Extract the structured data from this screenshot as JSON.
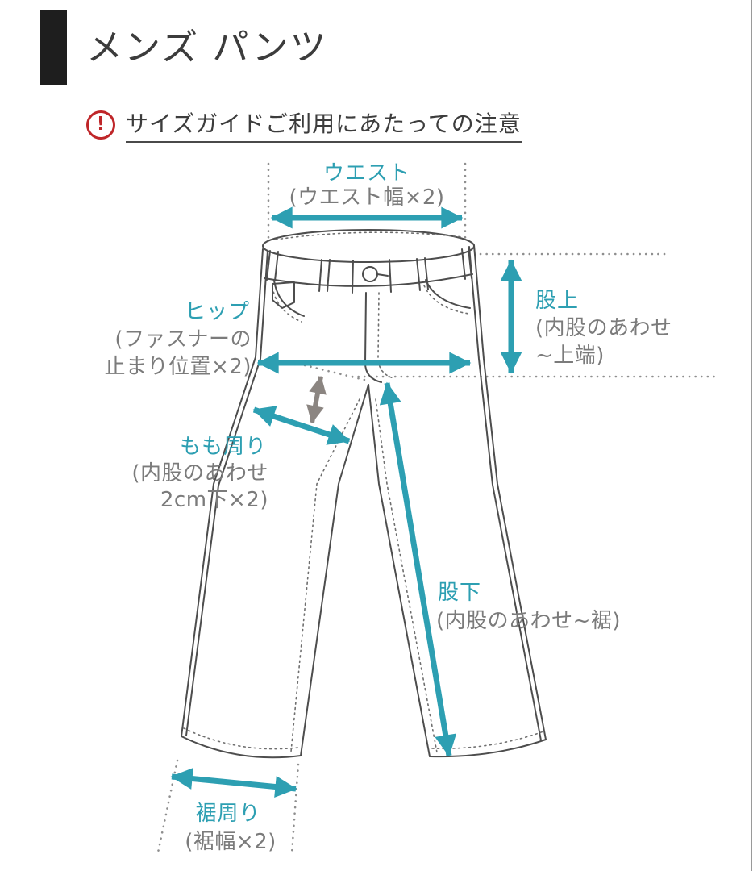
{
  "header": {
    "title": "メンズ パンツ"
  },
  "notice": {
    "icon_glyph": "!",
    "text": "サイズガイドご利用にあたっての注意",
    "icon_color": "#bf2629"
  },
  "diagram": {
    "colors": {
      "accent_teal": "#2d9fb2",
      "sub_text_gray": "#7b7b7b",
      "outline_gray": "#4d4d4d",
      "guide_dot_gray": "#8e8e8e",
      "offset_arrow_gray": "#8b8581"
    },
    "measurements": {
      "waist": {
        "label": "ウエスト",
        "sub": "(ウエスト幅×2)"
      },
      "rise": {
        "label": "股上",
        "sub_line1": "(内股のあわせ",
        "sub_line2": "~上端)"
      },
      "hip": {
        "label": "ヒップ",
        "sub_line1": "(ファスナーの",
        "sub_line2": "止まり位置×2)"
      },
      "thigh": {
        "label": "もも周り",
        "sub_line1": "(内股のあわせ",
        "sub_line2": "2cm下×2)"
      },
      "inseam": {
        "label": "股下",
        "sub": "(内股のあわせ~裾)"
      },
      "hem": {
        "label": "裾周り",
        "sub": "(裾幅×2)"
      }
    }
  }
}
